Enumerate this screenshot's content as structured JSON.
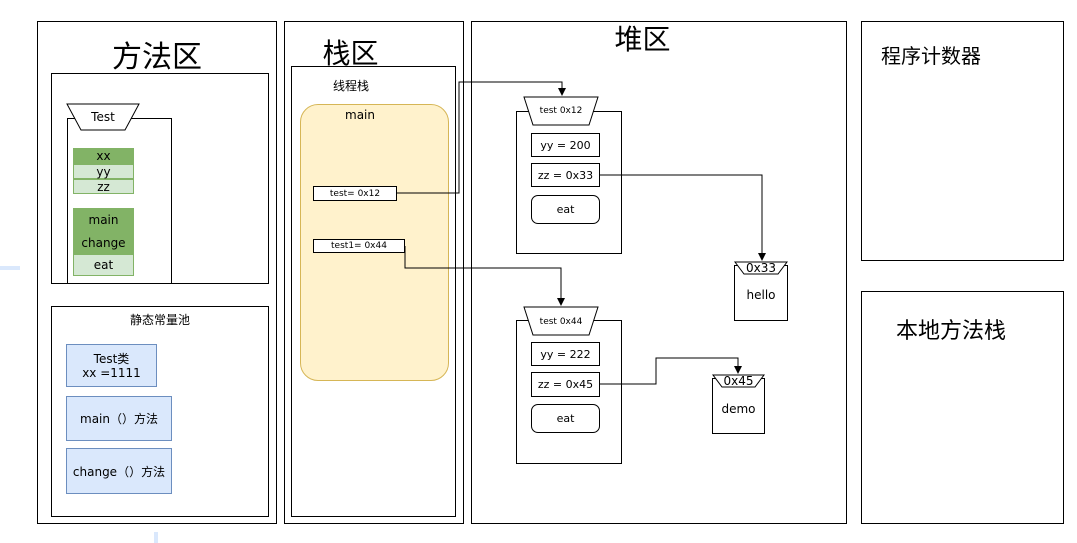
{
  "method_area": {
    "title": "方法区",
    "class_name": "Test",
    "fields": [
      "xx",
      "yy",
      "zz"
    ],
    "methods": [
      "main",
      "change",
      "eat"
    ],
    "pool_title": "静态常量池",
    "pool_class_line1": "Test类",
    "pool_class_line2": "xx =1111",
    "pool_main": "main（）方法",
    "pool_change": "change（）方法"
  },
  "stack_area": {
    "title": "栈区",
    "thread_title": "线程栈",
    "frame_title": "main",
    "var_test": "test= 0x12",
    "var_test1": "test1= 0x44"
  },
  "heap_area": {
    "title": "堆区",
    "obj1": {
      "header": "test  0x12",
      "yy": "yy = 200",
      "zz": "zz = 0x33",
      "eat": "eat"
    },
    "obj2": {
      "header": "test  0x44",
      "yy": "yy = 222",
      "zz": "zz = 0x45",
      "eat": "eat"
    },
    "str1": {
      "header": "0x33",
      "value": "hello"
    },
    "str2": {
      "header": "0x45",
      "value": "demo"
    }
  },
  "pc_register": {
    "title": "程序计数器"
  },
  "native_stack": {
    "title": "本地方法栈"
  },
  "colors": {
    "green_dark": "#82b366",
    "green_light": "#d5e8d4",
    "blue_fill": "#dae8fc",
    "blue_border": "#6c8ebf",
    "yellow_fill": "#fff2cc",
    "yellow_border": "#d6b656"
  }
}
